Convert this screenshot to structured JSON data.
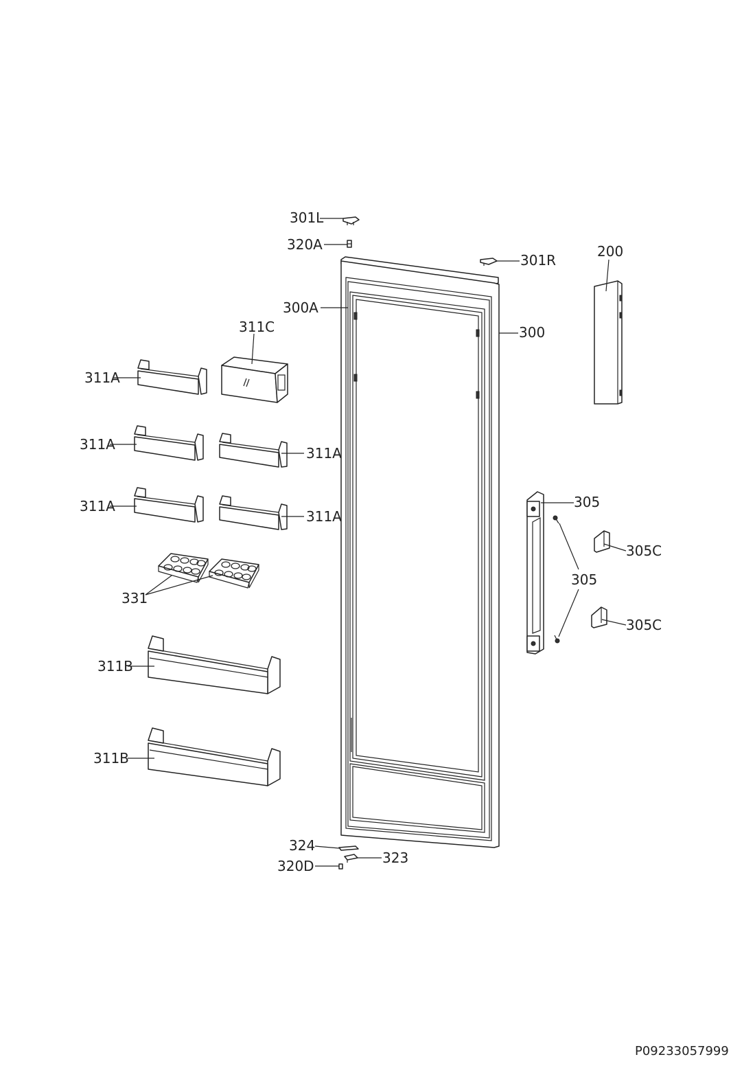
{
  "diagram": {
    "labels": {
      "p301L": "301L",
      "p320A": "320A",
      "p301R": "301R",
      "p200": "200",
      "p300A": "300A",
      "p300": "300",
      "p311C": "311C",
      "p311A_1": "311A",
      "p311A_2": "311A",
      "p311A_3": "311A",
      "p311A_4": "311A",
      "p311A_5": "311A",
      "p305_top": "305",
      "p305_mid": "305",
      "p305C_1": "305C",
      "p305C_2": "305C",
      "p331": "331",
      "p311B_1": "311B",
      "p311B_2": "311B",
      "p324": "324",
      "p323": "323",
      "p320D": "320D"
    },
    "reference": "P09233057999"
  }
}
